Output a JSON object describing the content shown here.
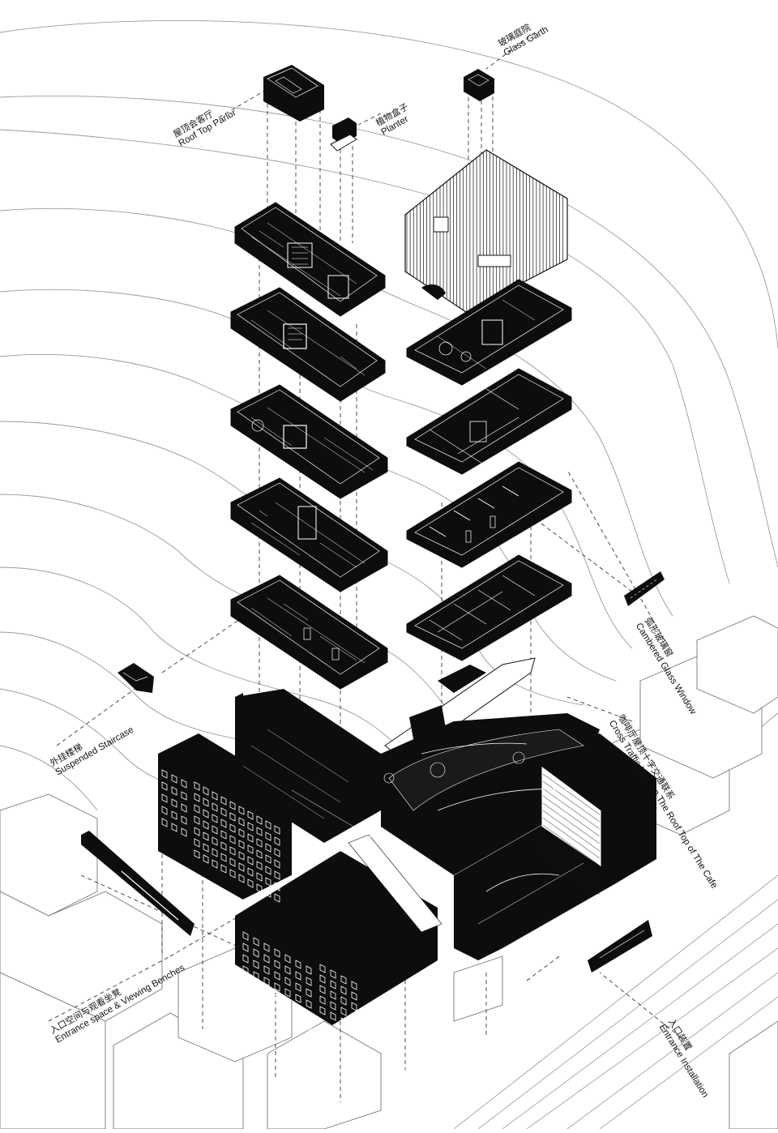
{
  "labels": {
    "roof_top_parlor": {
      "cn": "屋顶会客厅",
      "en": "Roof Top Parlor"
    },
    "planter": {
      "cn": "植物盒子",
      "en": "Planter"
    },
    "glass_garth": {
      "cn": "玻璃庭院",
      "en": "Glass Garth"
    },
    "cambered_glass_window": {
      "cn": "弧形玻璃窗",
      "en": "Cambered Glass Window"
    },
    "suspended_staircase": {
      "cn": "外挂楼梯",
      "en": "Suspended Staircase"
    },
    "cross_traffic_link": {
      "cn": "咖啡厅屋顶十字交通联系",
      "en": "Cross Traffic Link On The Roof Top of The Cafe"
    },
    "entrance_space": {
      "cn": "入口空间与观看坐凳",
      "en": "Entrance space & Viewing Benches"
    },
    "entrance_installation": {
      "cn": "入口装置",
      "en": "Entrance Installation"
    }
  },
  "colors": {
    "ink": "#0d0d0d",
    "line": "#8a8a8a",
    "paper": "#ffffff"
  }
}
